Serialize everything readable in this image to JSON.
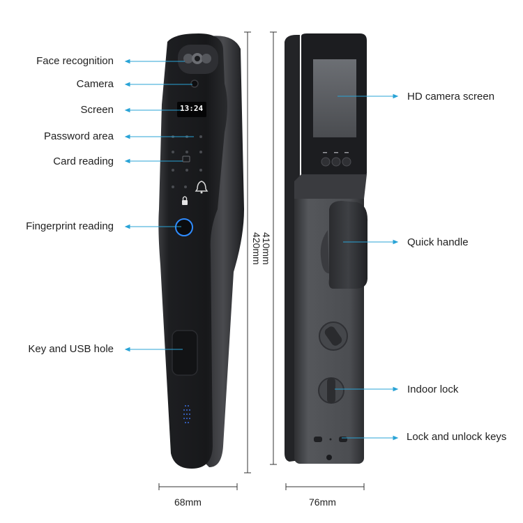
{
  "left_labels": {
    "face_recognition": "Face recognition",
    "camera": "Camera",
    "screen": "Screen",
    "password_area": "Password area",
    "card_reading": "Card reading",
    "fingerprint_reading": "Fingerprint reading",
    "key_usb_hole": "Key and USB hole"
  },
  "right_labels": {
    "hd_camera_screen": "HD camera screen",
    "quick_handle": "Quick handle",
    "indoor_lock": "Indoor lock",
    "lock_unlock_keys": "Lock and unlock keys"
  },
  "dimensions": {
    "front_width": "68mm",
    "back_width": "76mm",
    "front_height": "420mm",
    "back_height": "410mm"
  },
  "device_screen": {
    "time": "13:24"
  },
  "colors": {
    "leader_line": "#29a3d6",
    "body_dark": "#1e1f22",
    "body_gray": "#4a4c50",
    "fingerprint_ring": "#2f8cff"
  }
}
